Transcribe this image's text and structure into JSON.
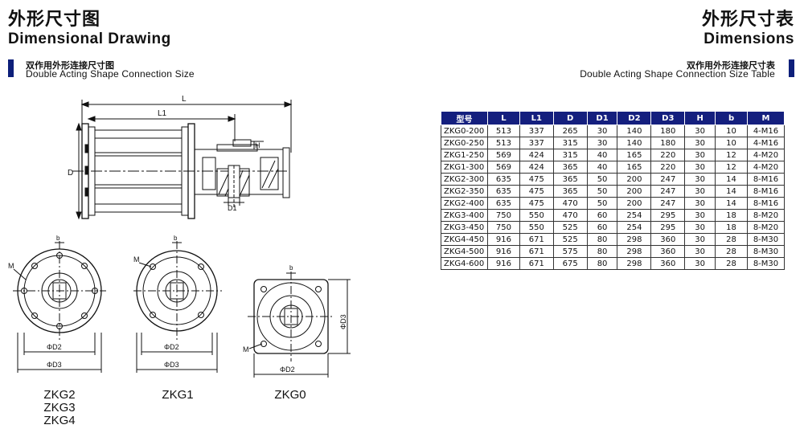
{
  "left_header": {
    "title_cn": "外形尺寸图",
    "title_en": "Dimensional Drawing",
    "subtitle_cn": "双作用外形连接尺寸图",
    "subtitle_en": "Double Acting Shape Connection Size"
  },
  "right_header": {
    "title_cn": "外形尺寸表",
    "title_en": "Dimensions",
    "subtitle_cn": "双作用外形连接尺寸表",
    "subtitle_en": "Double Acting Shape Connection Size Table"
  },
  "colors": {
    "accent": "#141f7e"
  },
  "drawing_labels": {
    "L": "L",
    "L1": "L1",
    "D": "D",
    "H": "H",
    "D1": "D1",
    "b": "b",
    "M": "M",
    "D2": "ΦD2",
    "D3": "ΦD3"
  },
  "models": {
    "zkg_large": [
      "ZKG2",
      "ZKG3",
      "ZKG4"
    ],
    "zkg1": "ZKG1",
    "zkg0": "ZKG0"
  },
  "table": {
    "headers": [
      "型号",
      "L",
      "L1",
      "D",
      "D1",
      "D2",
      "D3",
      "H",
      "b",
      "M"
    ],
    "rows": [
      [
        "ZKG0-200",
        "513",
        "337",
        "265",
        "30",
        "140",
        "180",
        "30",
        "10",
        "4-M16"
      ],
      [
        "ZKG0-250",
        "513",
        "337",
        "315",
        "30",
        "140",
        "180",
        "30",
        "10",
        "4-M16"
      ],
      [
        "ZKG1-250",
        "569",
        "424",
        "315",
        "40",
        "165",
        "220",
        "30",
        "12",
        "4-M20"
      ],
      [
        "ZKG1-300",
        "569",
        "424",
        "365",
        "40",
        "165",
        "220",
        "30",
        "12",
        "4-M20"
      ],
      [
        "ZKG2-300",
        "635",
        "475",
        "365",
        "50",
        "200",
        "247",
        "30",
        "14",
        "8-M16"
      ],
      [
        "ZKG2-350",
        "635",
        "475",
        "365",
        "50",
        "200",
        "247",
        "30",
        "14",
        "8-M16"
      ],
      [
        "ZKG2-400",
        "635",
        "475",
        "470",
        "50",
        "200",
        "247",
        "30",
        "14",
        "8-M16"
      ],
      [
        "ZKG3-400",
        "750",
        "550",
        "470",
        "60",
        "254",
        "295",
        "30",
        "18",
        "8-M20"
      ],
      [
        "ZKG3-450",
        "750",
        "550",
        "525",
        "60",
        "254",
        "295",
        "30",
        "18",
        "8-M20"
      ],
      [
        "ZKG4-450",
        "916",
        "671",
        "525",
        "80",
        "298",
        "360",
        "30",
        "28",
        "8-M30"
      ],
      [
        "ZKG4-500",
        "916",
        "671",
        "575",
        "80",
        "298",
        "360",
        "30",
        "28",
        "8-M30"
      ],
      [
        "ZKG4-600",
        "916",
        "671",
        "675",
        "80",
        "298",
        "360",
        "30",
        "28",
        "8-M30"
      ]
    ]
  }
}
